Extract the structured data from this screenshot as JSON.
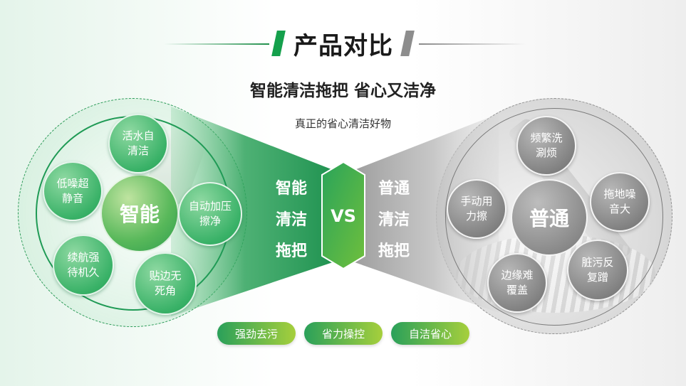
{
  "header": {
    "title": "产品对比",
    "subtitle": "智能清洁拖把 省心又洁净",
    "tagline": "真正的省心清洁好物"
  },
  "left": {
    "core": "智能",
    "features": [
      {
        "line1": "活水自",
        "line2": "清洁"
      },
      {
        "line1": "低噪超",
        "line2": "静音"
      },
      {
        "line1": "自动加压",
        "line2": "擦净"
      },
      {
        "line1": "续航强",
        "line2": "待机久"
      },
      {
        "line1": "贴边无",
        "line2": "死角"
      }
    ],
    "band_text": [
      "智能",
      "清洁",
      "拖把"
    ]
  },
  "vs": "VS",
  "right": {
    "core": "普通",
    "features": [
      {
        "line1": "频繁洗",
        "line2": "涮烦"
      },
      {
        "line1": "手动用",
        "line2": "力擦"
      },
      {
        "line1": "拖地噪",
        "line2": "音大"
      },
      {
        "line1": "边缘难",
        "line2": "覆盖"
      },
      {
        "line1": "脏污反",
        "line2": "复蹭"
      }
    ],
    "band_text": [
      "普通",
      "清洁",
      "拖把"
    ]
  },
  "pills": [
    "强劲去污",
    "省力操控",
    "自洁省心"
  ],
  "colors": {
    "green_accent": "#1f9a55",
    "gray_accent": "#8d8d8d",
    "pill_gradient_start": "#2aa05a",
    "pill_gradient_end": "#a6cf3c"
  }
}
